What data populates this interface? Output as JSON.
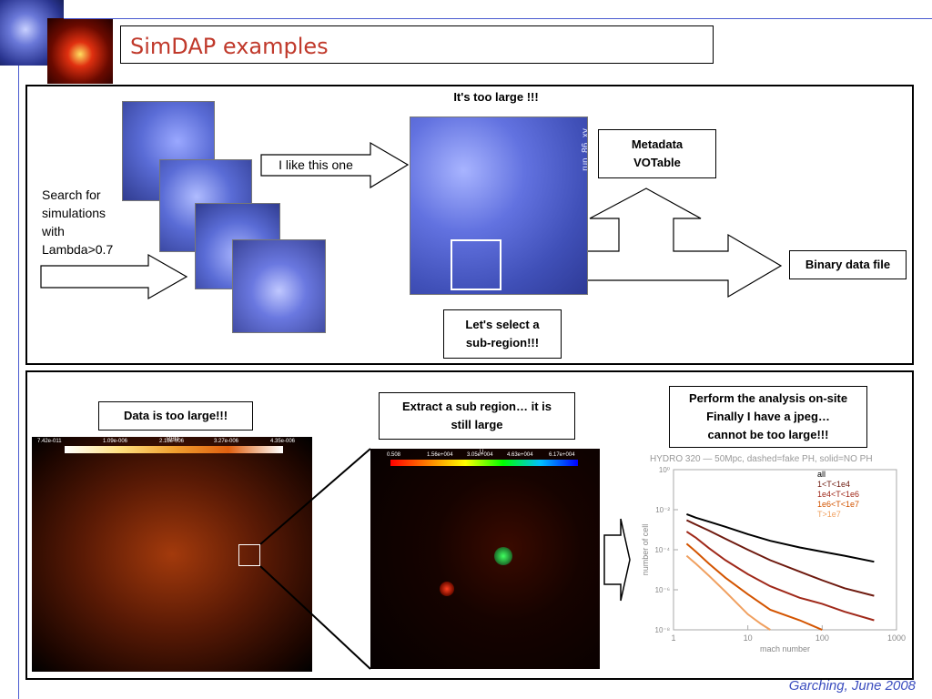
{
  "slide": {
    "title": "SimDAP examples",
    "footer": "Garching, June 2008"
  },
  "top_panel": {
    "too_large_label": "It's too large !!!",
    "search_text": [
      "Search for",
      "simulations",
      "with",
      "Lambda>0.7"
    ],
    "like_label": "I like this one",
    "metadata_label": [
      "Metadata",
      "VOTable"
    ],
    "binary_label": "Binary data file",
    "select_label": [
      "Let's select a",
      "sub-region!!!"
    ],
    "run_label": "run_86_xy"
  },
  "bottom_panel": {
    "data_large_label": "Data is too large!!!",
    "extract_label": [
      "Extract a sub region… it is",
      "still large"
    ],
    "analysis_label": [
      "Perform the analysis on-site",
      "Finally I have a jpeg…",
      "cannot be too large!!!"
    ],
    "rho_colorbar": {
      "title": "RHO",
      "ticks": [
        "7.42e-011",
        "1.09e-006",
        "2.18e-006",
        "3.27e-006",
        "4.35e-006"
      ]
    },
    "u_colorbar": {
      "title": "U",
      "ticks": [
        "0.508",
        "1.56e+004",
        "3.05e+004",
        "4.63e+004",
        "6.17e+004"
      ]
    }
  },
  "chart_data": {
    "type": "line",
    "title": "HYDRO 320 — 50Mpc, dashed=fake PH, solid=NO PH",
    "xlabel": "mach number",
    "ylabel": "number of cell",
    "xscale": "log",
    "yscale": "log",
    "xlim": [
      1,
      1000
    ],
    "ylim": [
      1e-08,
      1
    ],
    "x_ticks": [
      "1",
      "10",
      "100",
      "1000"
    ],
    "y_ticks": [
      "10⁰",
      "10⁻²",
      "10⁻⁴",
      "10⁻⁶",
      "10⁻⁸"
    ],
    "series": [
      {
        "name": "all",
        "color": "#000000",
        "x": [
          1.5,
          2,
          3,
          5,
          10,
          20,
          50,
          100,
          200,
          500
        ],
        "y": [
          0.006,
          0.004,
          0.0025,
          0.0014,
          0.0006,
          0.00028,
          0.00013,
          8e-05,
          5e-05,
          2.5e-05
        ]
      },
      {
        "name": "1<T<1e4",
        "color": "#6e1a0f",
        "x": [
          1.5,
          2,
          3,
          5,
          10,
          20,
          50,
          100,
          200,
          500
        ],
        "y": [
          0.003,
          0.0018,
          0.0009,
          0.00035,
          0.0001,
          3e-05,
          8e-06,
          3e-06,
          1.2e-06,
          5e-07
        ]
      },
      {
        "name": "1e4<T<1e6",
        "color": "#a0291a",
        "x": [
          1.5,
          2,
          3,
          5,
          10,
          20,
          50,
          100,
          200,
          500
        ],
        "y": [
          0.0008,
          0.0004,
          0.00012,
          3e-05,
          6e-06,
          1.5e-06,
          4e-07,
          2e-07,
          8e-08,
          3e-08
        ]
      },
      {
        "name": "1e6<T<1e7",
        "color": "#d35400",
        "x": [
          1.5,
          2,
          3,
          5,
          10,
          20,
          50,
          100
        ],
        "y": [
          0.0002,
          8e-05,
          2e-05,
          4e-06,
          6e-07,
          1e-07,
          3e-08,
          1e-08
        ]
      },
      {
        "name": "T>1e7",
        "color": "#f0a060",
        "x": [
          1.5,
          2,
          3,
          5,
          10,
          15,
          20
        ],
        "y": [
          5e-05,
          2e-05,
          5e-06,
          8e-07,
          6e-08,
          2e-08,
          1e-08
        ]
      }
    ],
    "legend": "top-right",
    "grid": false
  },
  "colors": {
    "title": "#c0392b",
    "footer": "#3b4dbf",
    "sim_blue": "#5a6cd6",
    "heat_orange": "#f08020"
  }
}
